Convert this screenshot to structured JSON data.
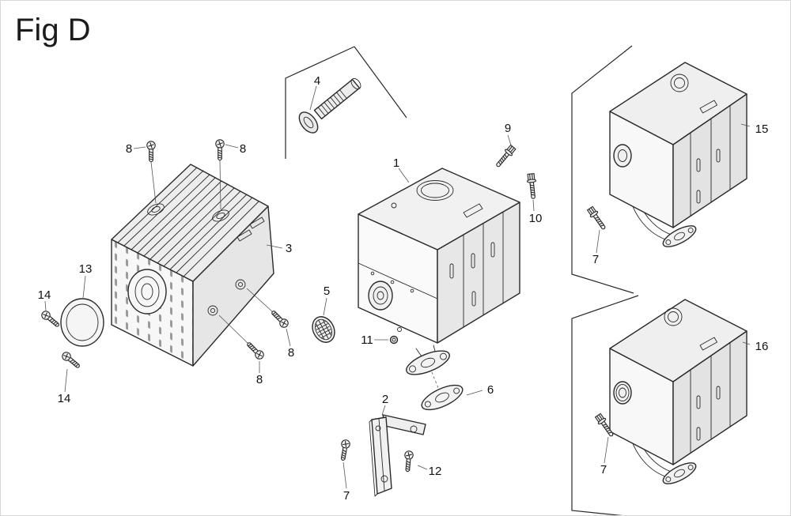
{
  "figure": {
    "title": "Fig D"
  },
  "colors": {
    "line": "#2a2a2a",
    "fill_light": "#f2f2f2",
    "fill_mid": "#e4e4e4",
    "background": "#ffffff"
  },
  "labels": {
    "p1": "1",
    "p2": "2",
    "p3": "3",
    "p4": "4",
    "p5": "5",
    "p6": "6",
    "p7": "7",
    "p8": "8",
    "p9": "9",
    "p10": "10",
    "p11": "11",
    "p12": "12",
    "p13": "13",
    "p14": "14",
    "p15": "15",
    "p16": "16"
  }
}
